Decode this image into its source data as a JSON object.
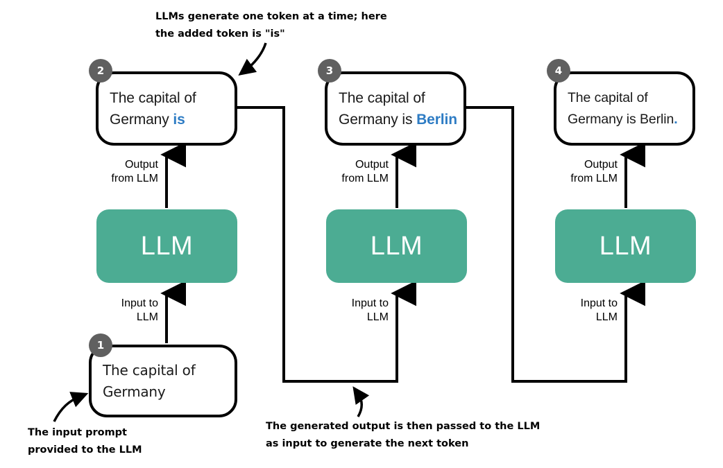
{
  "diagram": {
    "title": "LLM autoregressive token generation",
    "colors": {
      "llm_fill": "#4CAC93",
      "badge_fill": "#606060",
      "token_highlight": "#2E7CC4",
      "stroke": "#000000",
      "background": "#ffffff"
    },
    "boxes": [
      {
        "badge": "1",
        "line1": "The capital of",
        "line2": "Germany",
        "highlight": ""
      },
      {
        "badge": "2",
        "line1": "The capital of",
        "line2": "Germany ",
        "highlight": "is"
      },
      {
        "badge": "3",
        "line1": "The capital of",
        "line2": "Germany is ",
        "highlight": "Berlin"
      },
      {
        "badge": "4",
        "line1": "The capital of",
        "line2": "Germany is Berlin",
        "highlight": "."
      }
    ],
    "llm_blocks": [
      {
        "label": "LLM"
      },
      {
        "label": "LLM"
      },
      {
        "label": "LLM"
      }
    ],
    "captions": {
      "output_line1": "Output",
      "output_line2": "from LLM",
      "input_line1": "Input to",
      "input_line2": "LLM"
    },
    "notes": {
      "top_line1": "LLMs generate one token at a time; here",
      "top_line2": "the added token is \"is\"",
      "bottom_left_line1": "The input prompt",
      "bottom_left_line2": "provided to the LLM",
      "bottom_mid_line1": "The generated output is then passed to the LLM",
      "bottom_mid_line2": "as input to generate the next token"
    }
  }
}
